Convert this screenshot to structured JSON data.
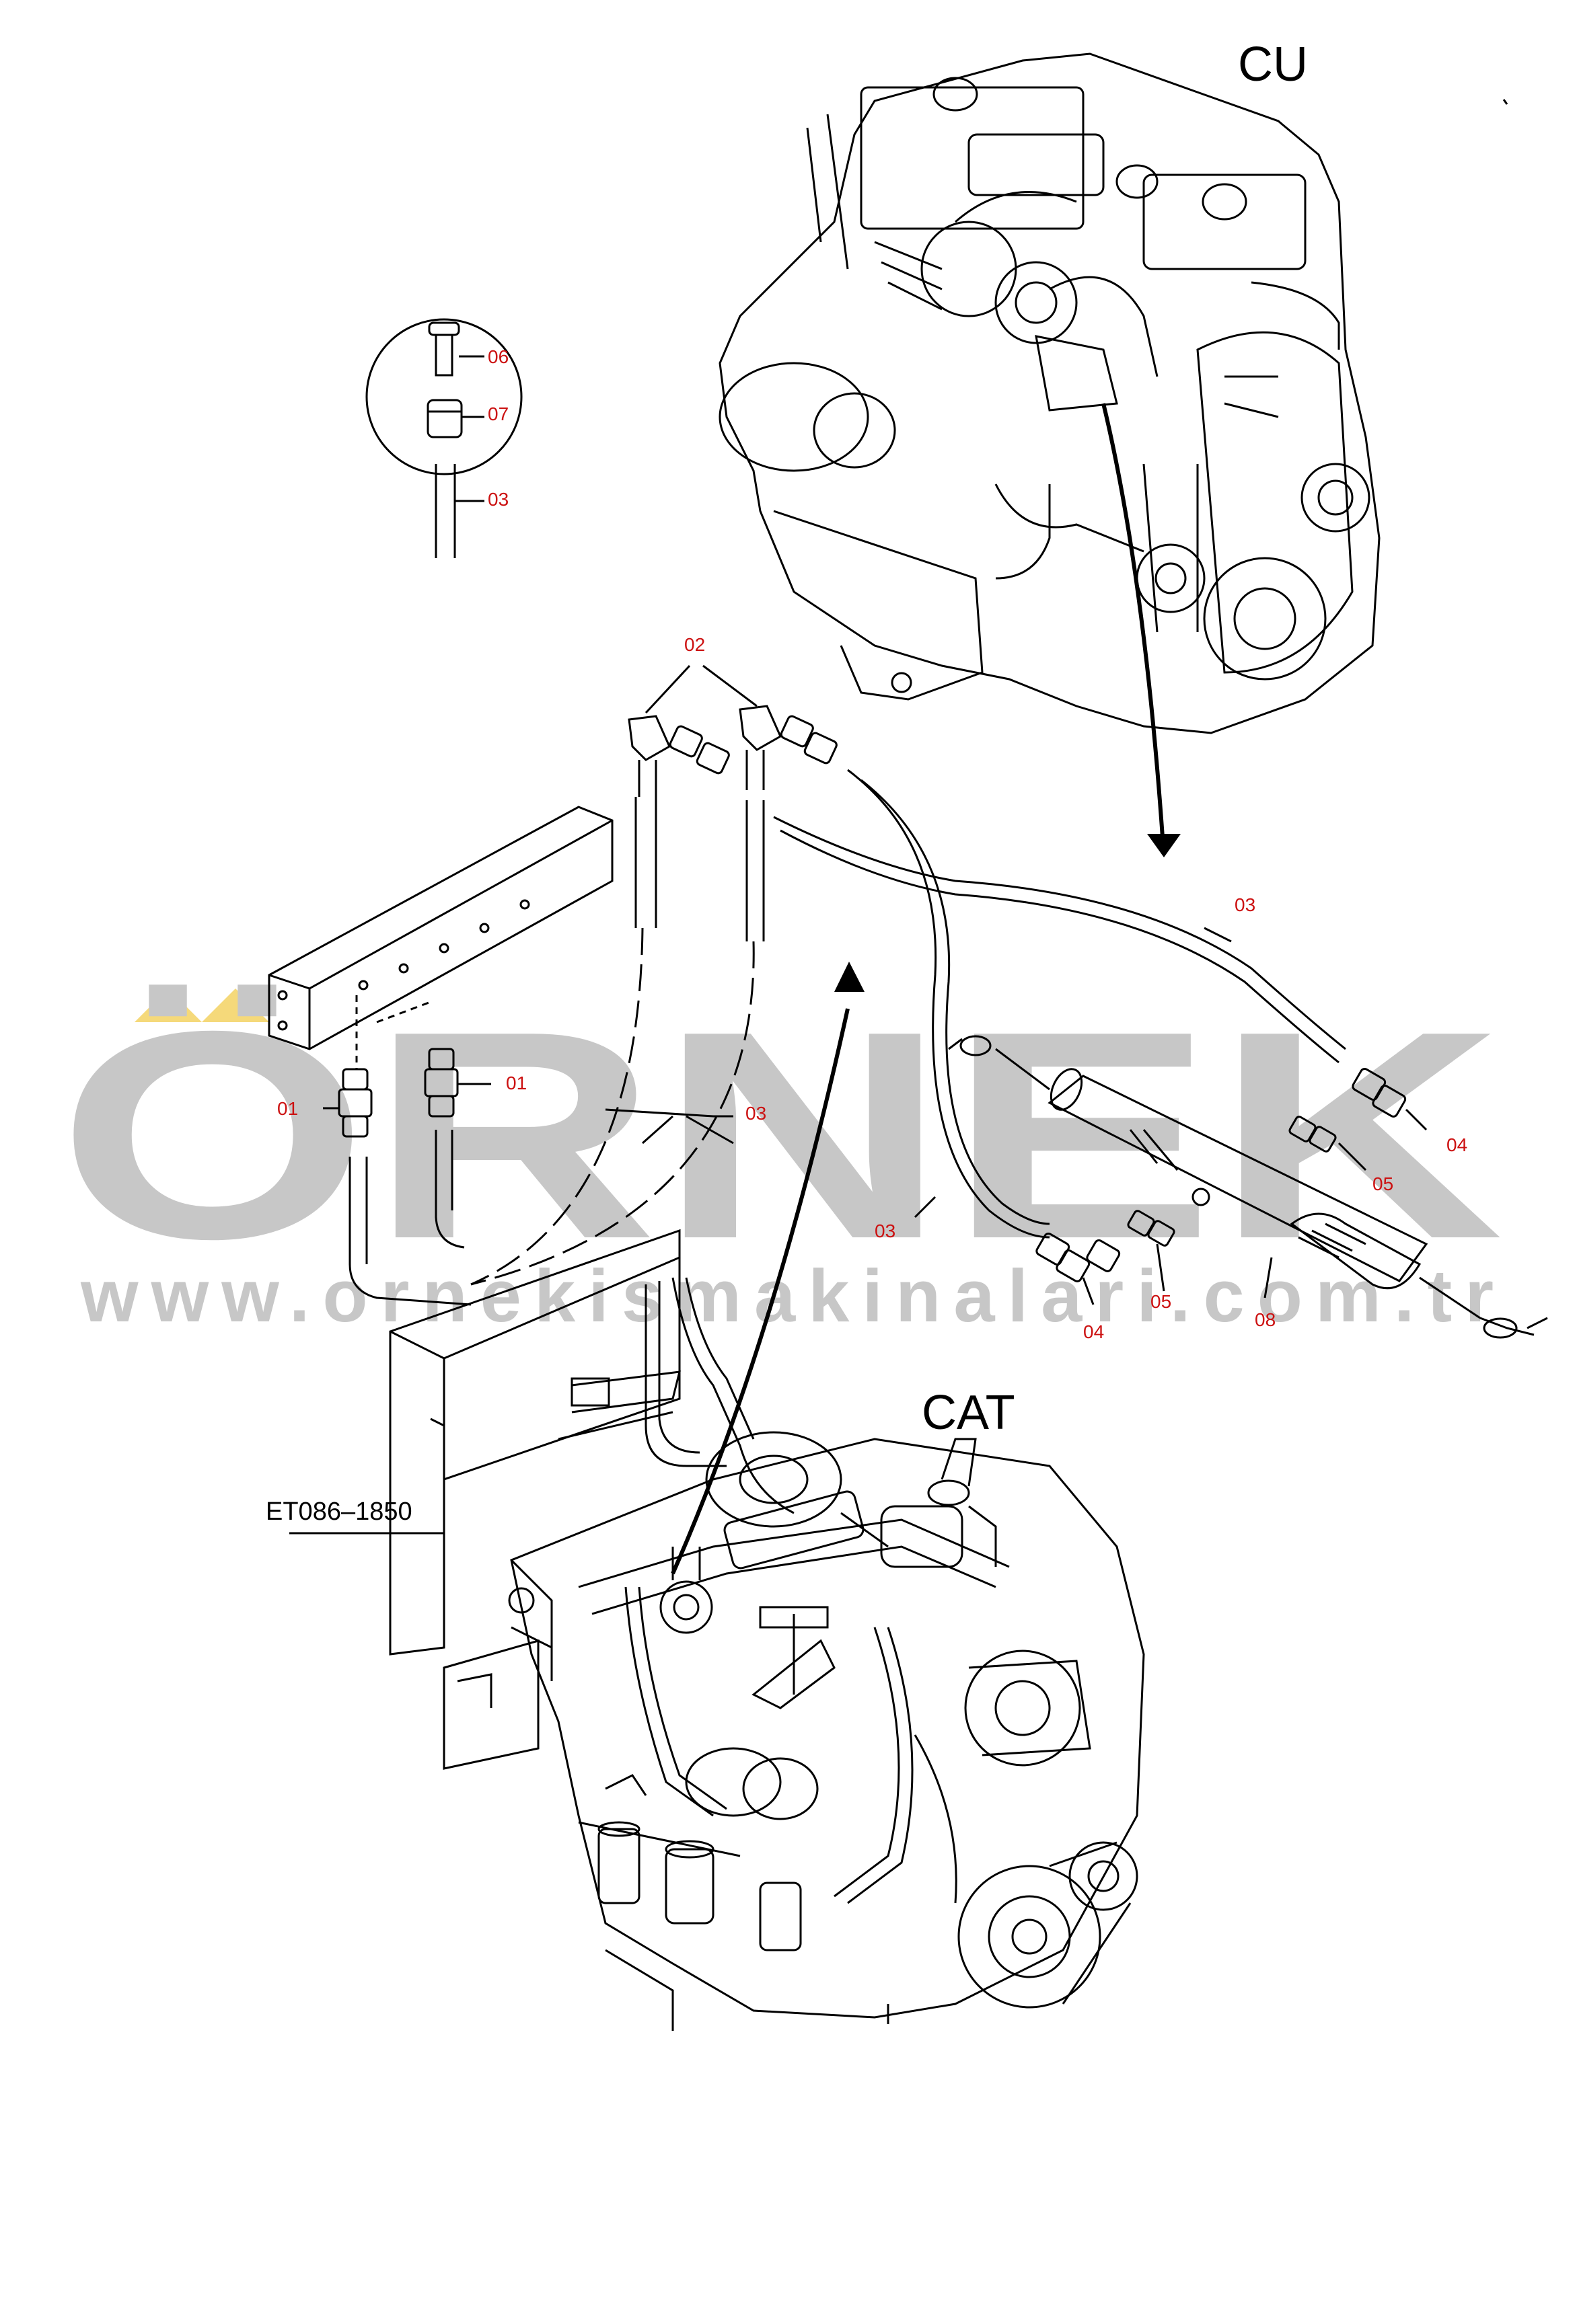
{
  "diagram": {
    "variant_top": "CU",
    "variant_bottom": "CAT",
    "drawing_number": "ET086–1850",
    "watermark": {
      "brand": "ÖRNEK",
      "website": "www.ornekismakinalari.com.tr"
    },
    "callouts": {
      "c01_left": "01",
      "c01_right": "01",
      "c02": "02",
      "c03_inset": "03",
      "c03_upper": "03",
      "c03_middle": "03",
      "c03_lower": "03",
      "c04_right": "04",
      "c04_lower": "04",
      "c05_right": "05",
      "c05_lower": "05",
      "c06": "06",
      "c07": "07",
      "c08": "08"
    },
    "colors": {
      "line": "#000000",
      "callout_text": "#cc1111",
      "watermark_gray": "#c7c7c7",
      "watermark_yellow": "#f5d97a"
    }
  }
}
